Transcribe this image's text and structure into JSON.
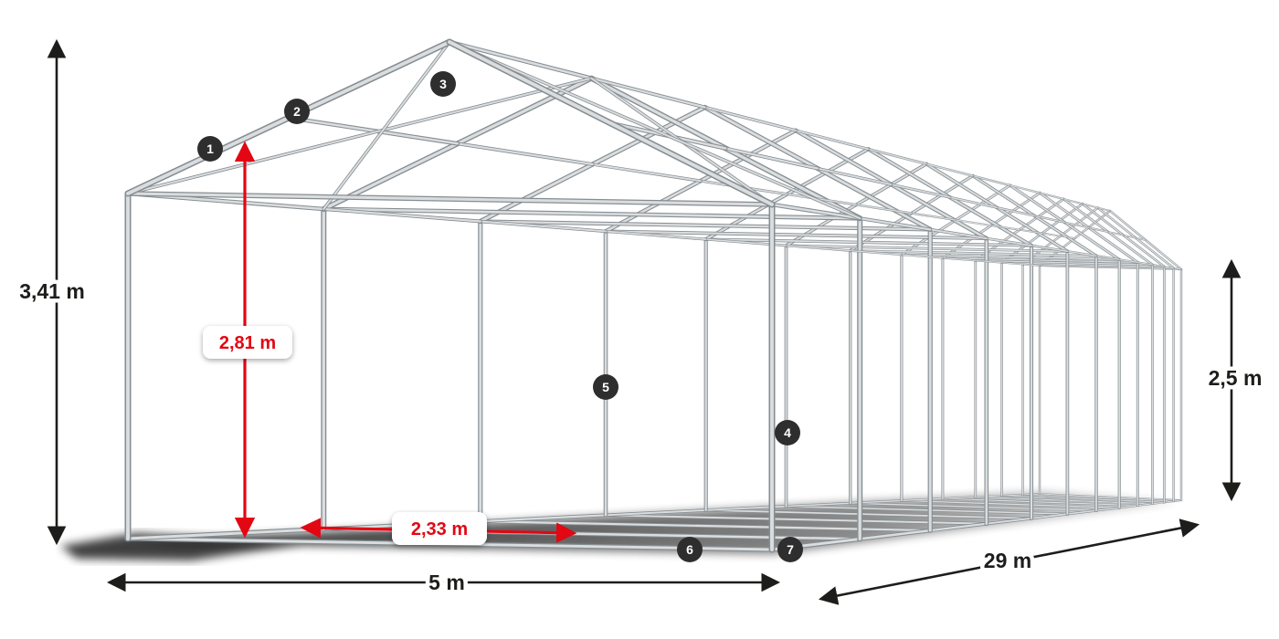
{
  "diagram": {
    "type": "tent-frame-dimension-diagram",
    "dimensions": {
      "total_height": "3,41 m",
      "inner_height": "2,81 m",
      "side_height": "2,5 m",
      "width": "5 m",
      "length": "29 m",
      "bay_spacing": "2,33 m"
    },
    "badges": [
      "1",
      "2",
      "3",
      "4",
      "5",
      "6",
      "7"
    ],
    "colors": {
      "dimension_black": "#1d1d1b",
      "dimension_red": "#e30613",
      "frame_tube_dark": "#868d91",
      "frame_tube_light": "#dadddf",
      "badge_background": "#2e2e2e",
      "badge_text": "#ffffff",
      "shadow": "#000000",
      "background": "#ffffff"
    }
  }
}
